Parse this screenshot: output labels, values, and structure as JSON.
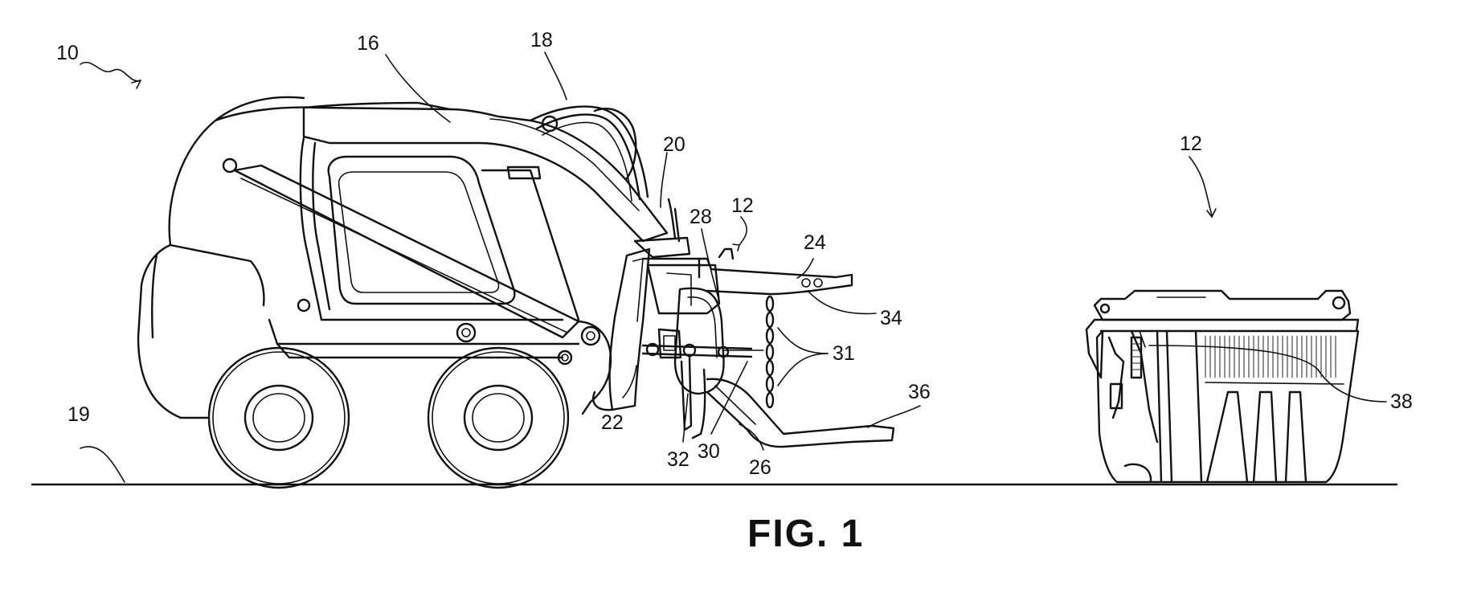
{
  "figure": {
    "caption": "FIG. 1"
  },
  "reference_numerals": {
    "r10": "10",
    "r16": "16",
    "r18": "18",
    "r19": "19",
    "r20": "20",
    "r12a": "12",
    "r28": "28",
    "r24": "24",
    "r34": "34",
    "r31": "31",
    "r22": "22",
    "r36": "36",
    "r32": "32",
    "r30": "30",
    "r26": "26",
    "r12b": "12",
    "r38": "38"
  }
}
